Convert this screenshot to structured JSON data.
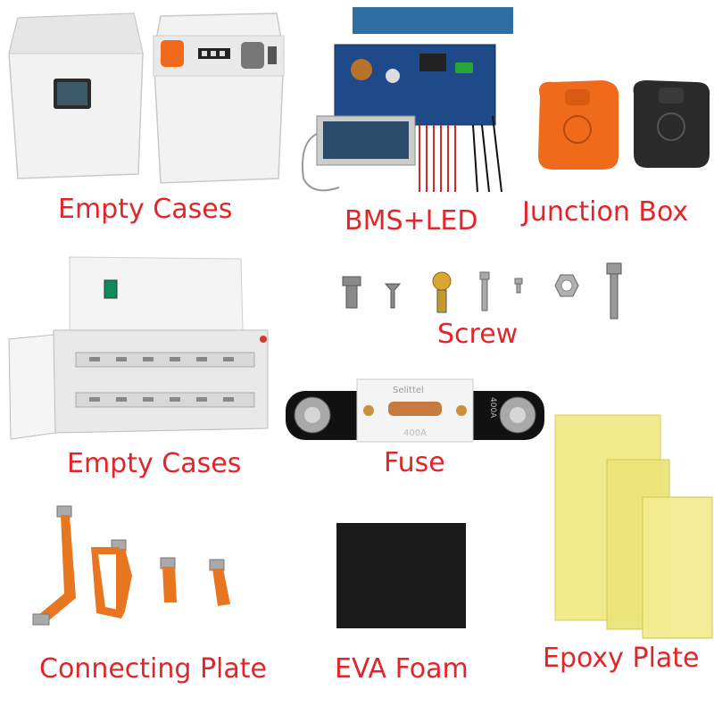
{
  "colors": {
    "label_red": "#e0262a",
    "case_white": "#f1f1f1",
    "pcb_blue": "#1e4a8a",
    "junction_orange": "#f06a1c",
    "junction_black": "#2a2a2a",
    "copper_orange": "#e8751f",
    "eva_black": "#1a1a1a",
    "epoxy_yellow": "#f1ea8c"
  },
  "labels": {
    "empty_cases_1": "Empty Cases",
    "bms_led": "BMS+LED",
    "junction_box": "Junction Box",
    "screw": "Screw",
    "empty_cases_2": "Empty Cases",
    "fuse": "Fuse",
    "connecting_plate": "Connecting Plate",
    "eva_foam": "EVA Foam",
    "epoxy_plate": "Epoxy Plate"
  },
  "fuse": {
    "brand": "Selittel",
    "rating_front": "400A",
    "rating_side": "400A"
  },
  "icons": [
    "battery-case-icon",
    "bms-board-icon",
    "lcd-screen-icon",
    "junction-box-icon",
    "screw-icon",
    "nut-icon",
    "fuse-icon",
    "copper-busbar-icon",
    "eva-foam-sheet-icon",
    "epoxy-plate-icon"
  ]
}
